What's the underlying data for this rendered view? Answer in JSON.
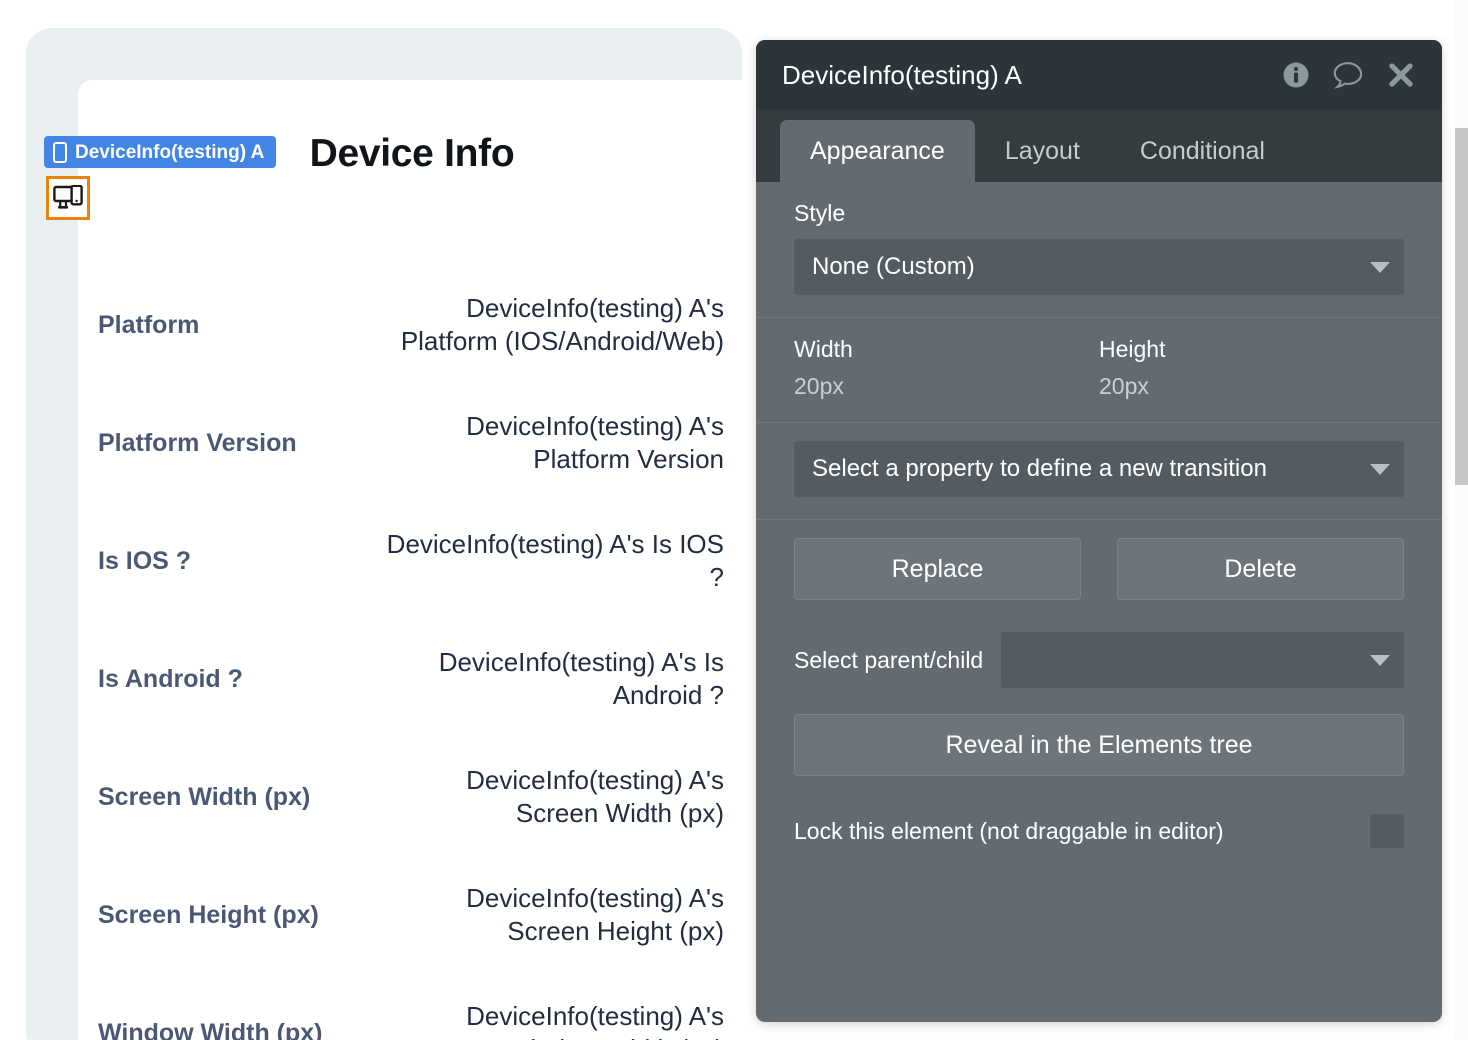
{
  "canvas": {
    "page_title": "Device Info",
    "element_badge": {
      "label": "DeviceInfo(testing) A",
      "icon": "phone-icon",
      "color": "#4285e4"
    },
    "device_icon": {
      "name": "responsive-device-icon",
      "border_color": "#e8840c"
    },
    "rows": [
      {
        "label": "Platform",
        "value": "DeviceInfo(testing) A's Platform (IOS/Android/Web)"
      },
      {
        "label": "Platform Version",
        "value": "DeviceInfo(testing) A's Platform Version"
      },
      {
        "label": "Is IOS ?",
        "value": "DeviceInfo(testing) A's Is IOS ?"
      },
      {
        "label": "Is Android ?",
        "value": "DeviceInfo(testing) A's Is Android ?"
      },
      {
        "label": "Screen Width (px)",
        "value": "DeviceInfo(testing) A's Screen Width (px)"
      },
      {
        "label": "Screen Height (px)",
        "value": "DeviceInfo(testing) A's Screen Height (px)"
      },
      {
        "label": "Window Width (px)",
        "value": "DeviceInfo(testing) A's Window Width (px)"
      }
    ],
    "label_color": "#4b5875",
    "value_color": "#232d42"
  },
  "panel": {
    "title": "DeviceInfo(testing) A",
    "header_icons": [
      "info-icon",
      "comment-icon",
      "close-icon"
    ],
    "tabs": [
      {
        "label": "Appearance",
        "active": true
      },
      {
        "label": "Layout",
        "active": false
      },
      {
        "label": "Conditional",
        "active": false
      }
    ],
    "style": {
      "label": "Style",
      "selected": "None (Custom)"
    },
    "dimensions": {
      "width_label": "Width",
      "width_value": "20px",
      "height_label": "Height",
      "height_value": "20px"
    },
    "transition": {
      "placeholder": "Select a property to define a new transition"
    },
    "actions": {
      "replace": "Replace",
      "delete": "Delete"
    },
    "parent_child": {
      "label": "Select parent/child",
      "selected": ""
    },
    "reveal_button": "Reveal in the Elements tree",
    "lock": {
      "label": "Lock this element (not draggable in editor)",
      "checked": false
    },
    "header_bg": "#2c3539",
    "body_bg": "#646b70"
  }
}
